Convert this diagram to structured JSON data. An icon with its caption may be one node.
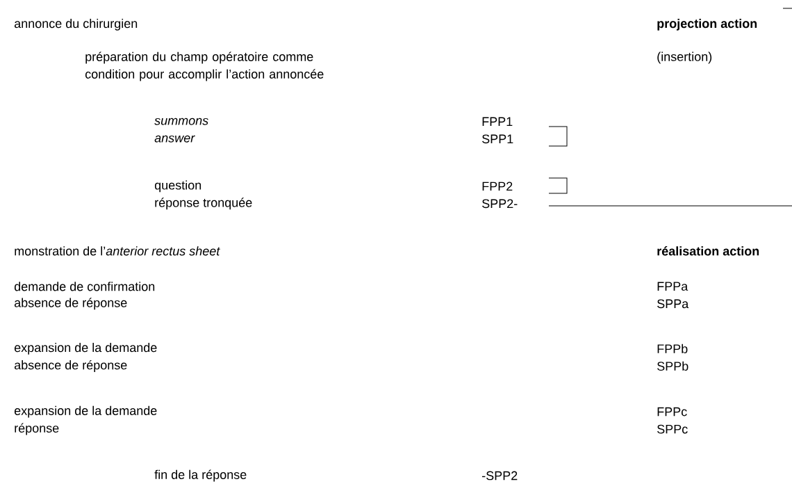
{
  "diagram": {
    "labels": [
      "annonce du chirurgien",
      "projection action",
      "préparation du champ opératoire comme condition pour accomplir l’action annoncée",
      "(insertion)",
      "summons",
      "FPP1",
      "answer",
      "SPP1",
      "question",
      "FPP2",
      "réponse tronquée",
      "SPP2-",
      "monstration de l’*anterior rectus sheet*",
      "réalisation action",
      "demande de confirmation",
      "FPPa",
      "absence de réponse",
      "SPPa",
      "expansion de la demande",
      "FPPb",
      "absence de réponse",
      "SPPb",
      "expansion de la demande",
      "FPPc",
      "réponse",
      "SPPc",
      "fin de la réponse",
      "-SPP2"
    ]
  }
}
